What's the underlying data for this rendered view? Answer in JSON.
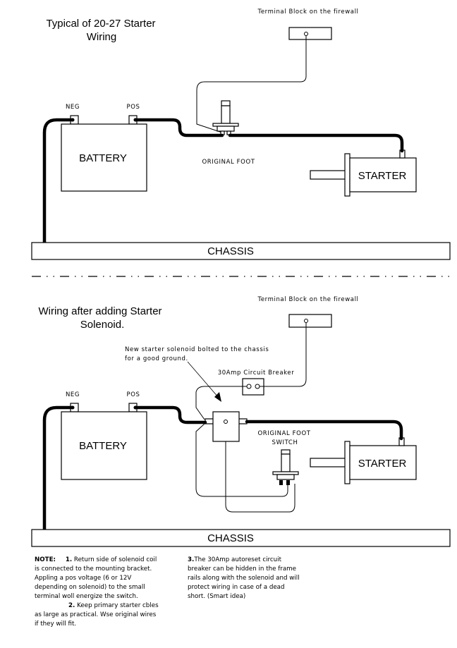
{
  "diagram_top": {
    "title_line1": "Typical of 20-27 Starter",
    "title_line2": "Wiring",
    "terminal_block_label": "Terminal Block on the firewall",
    "neg_label": "NEG",
    "pos_label": "POS",
    "battery_label": "BATTERY",
    "foot_switch_label": "ORIGINAL FOOT",
    "starter_label": "STARTER",
    "chassis_label": "CHASSIS"
  },
  "diagram_bottom": {
    "title_line1": "Wiring after adding Starter",
    "title_line2": "Solenoid.",
    "terminal_block_label": "Terminal Block on the firewall",
    "solenoid_note_line1": "New starter solenoid bolted to the chassis",
    "solenoid_note_line2": "for a good ground.",
    "breaker_label": "30Amp Circuit Breaker",
    "neg_label": "NEG",
    "pos_label": "POS",
    "battery_label": "BATTERY",
    "foot_switch_label_line1": "ORIGINAL FOOT",
    "foot_switch_label_line2": "SWITCH",
    "starter_label": "STARTER",
    "chassis_label": "CHASSIS"
  },
  "notes": {
    "heading": "NOTE:",
    "n1_num": "1.",
    "n1_text_a": " Return side of solenoid coil",
    "n1_text_b": "is connected to the mounting bracket.",
    "n1_text_c": "Appling a pos voltage (6 or 12V",
    "n1_text_d": "depending on solenoid) to the small",
    "n1_text_e": "terminal woll energize the switch.",
    "n2_num": "2.",
    "n2_text_a": " Keep primary starter cbles",
    "n2_text_b": "as large as practical.  Wse original wires",
    "n2_text_c": "if they will fit.",
    "n3_num": "3.",
    "n3_text_a": "The 30Amp  autoreset circuit",
    "n3_text_b": "breaker can be hidden in the frame",
    "n3_text_c": "rails along with the solenoid and will",
    "n3_text_d": "protect wiring in case of a dead",
    "n3_text_e": "short. (Smart idea)"
  }
}
